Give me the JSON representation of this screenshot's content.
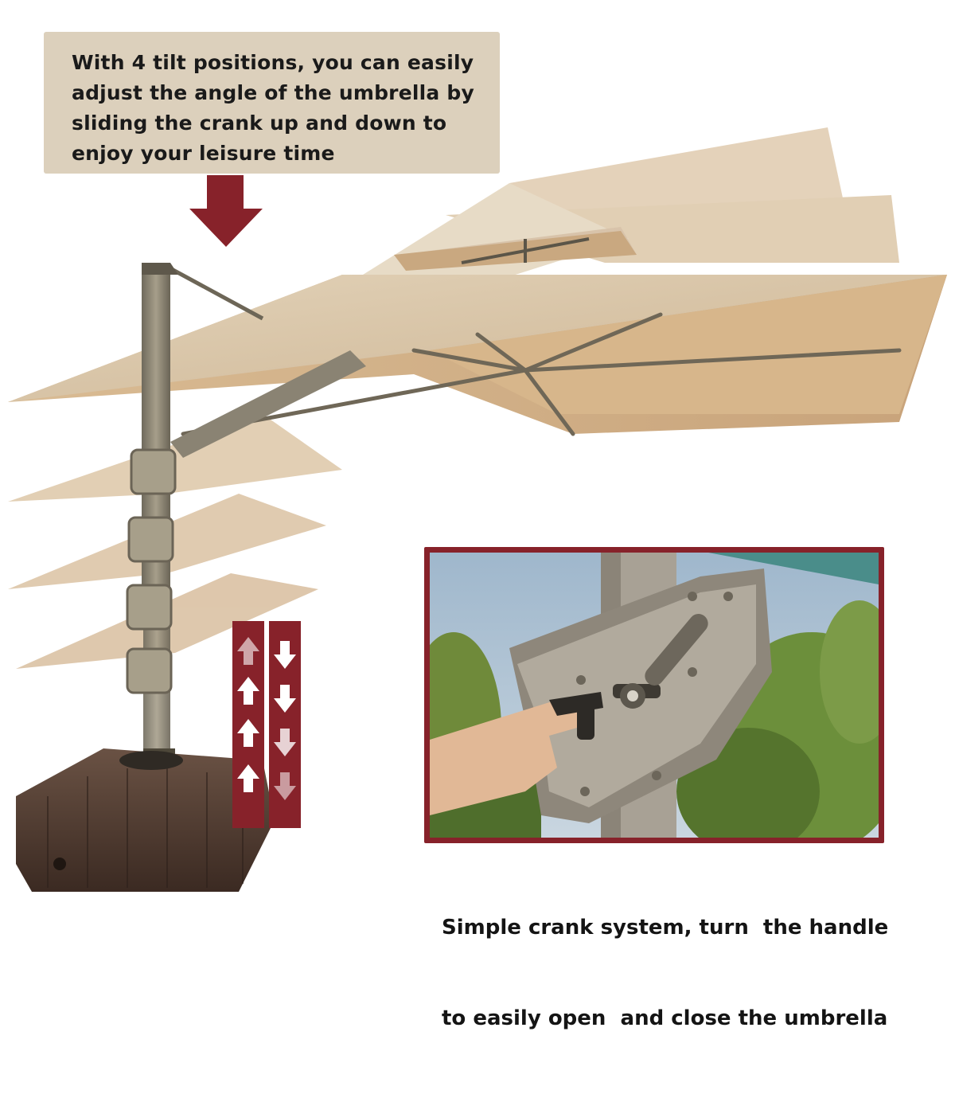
{
  "callout_top": {
    "lines": [
      "With 4 tilt positions, you can easily",
      "adjust the angle of the umbrella by",
      "sliding the crank up and down to",
      "enjoy your leisure time"
    ]
  },
  "caption_bottom": {
    "lines": [
      "Simple crank system, turn  the handle",
      "to easily open  and close the umbrella"
    ]
  },
  "icons": {
    "down_arrow": "down-arrow-icon",
    "up_arrows": "up-arrow-icon",
    "down_arrows": "down-arrow-icon"
  },
  "colors": {
    "callout_bg": "#dcd0bc",
    "accent_red": "#87222a",
    "canopy": "#d2b48c",
    "frame": "#8a8270",
    "base": "#4e3a30"
  }
}
